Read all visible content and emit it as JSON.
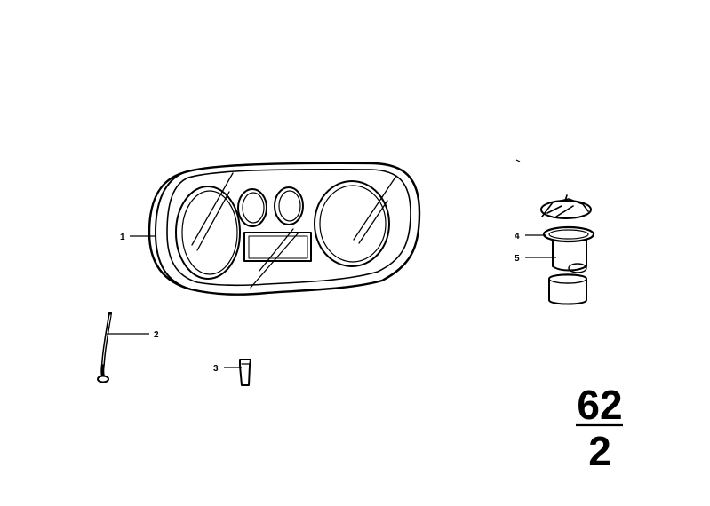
{
  "callouts": [
    {
      "id": "1",
      "label": "1",
      "part": "instrument-cluster"
    },
    {
      "id": "2",
      "label": "2",
      "part": "speedometer-cable"
    },
    {
      "id": "3",
      "label": "3",
      "part": "bulb-socket"
    },
    {
      "id": "4",
      "label": "4",
      "part": "sender-gasket"
    },
    {
      "id": "5",
      "label": "5",
      "part": "fuel-level-sender"
    }
  ],
  "group_number": {
    "main": "62",
    "sub": "2"
  },
  "colors": {
    "ink": "#000000",
    "paper": "#ffffff"
  }
}
